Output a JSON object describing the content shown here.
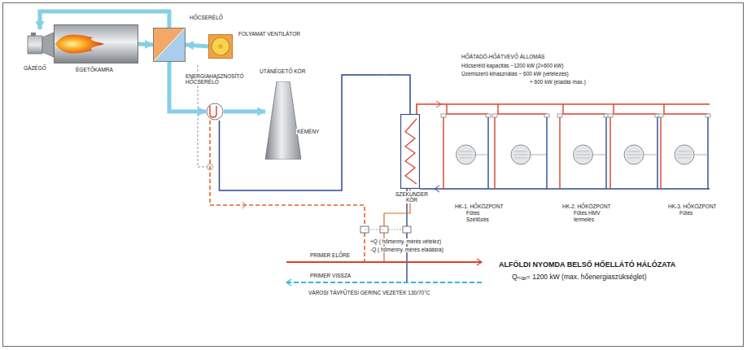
{
  "diagram": {
    "title": "ALFÖLDI NYOMDA BELSŐ HŐELLÁTÓ HÁLÓZATA",
    "caption": "Qₘₐₓ= 1200 kW (max. hőenergiaszükséglet)",
    "nodes": [
      {
        "text": [
          "GÁZÉGŐ"
        ]
      },
      {
        "text": [
          "ÉGETŐKAMRA"
        ]
      },
      {
        "text": [
          "HŐCSERÉLŐ"
        ]
      },
      {
        "text": [
          "FOLYAMAT VENTILÁTOR"
        ]
      },
      {
        "text": [
          "ENERGIAHASZNOSÍTÓ HŐCSERÉLŐ"
        ]
      },
      {
        "text": [
          "KÉMÉNY"
        ]
      },
      {
        "text": [
          "SZEKUNDER KÖR"
        ]
      },
      {
        "text": [
          "HK-1. HŐKÖZPONT",
          "Fűtés Szellőzés"
        ]
      },
      {
        "text": [
          "HK-2. HŐKÖZPONT",
          "Fűtés HMV termelés"
        ]
      },
      {
        "text": [
          "HK-3. HŐKÖZPONT",
          "Fűtés"
        ]
      }
    ],
    "edges": [
      {
        "from": 1,
        "to": 2,
        "arrow": "to"
      },
      {
        "from": 3,
        "to": 2,
        "arrow": "to"
      },
      {
        "from": 2,
        "to": 0,
        "arrow": "to"
      },
      {
        "from": 2,
        "to": 4,
        "arrow": "to"
      },
      {
        "from": 4,
        "to": 5,
        "arrow": "to"
      },
      {
        "from": 4,
        "to": 6,
        "arrow": "none"
      }
    ],
    "labels": [
      "UTÁNÉGETŐ KÖR",
      "HŐÁTADÓ-HŐÁTVEVŐ ÁLLOMÁS",
      "Hőcserélő kapacitás ~1200 kW (2×600 kW)",
      "Üzemszerű kihasználás ~ 600 kW (vételezés)",
      "+ 600 kW (eladás max.)",
      "+Q ( hőmenny. mérés vételez)",
      "-Q ( hőmenny. mérés eladásra)",
      "PRIMER ELŐRE",
      "PRIMER VISSZA",
      "VÁROSI TÁVFŰTÉSI GERINC VEZETÉK 130/70°C"
    ]
  }
}
